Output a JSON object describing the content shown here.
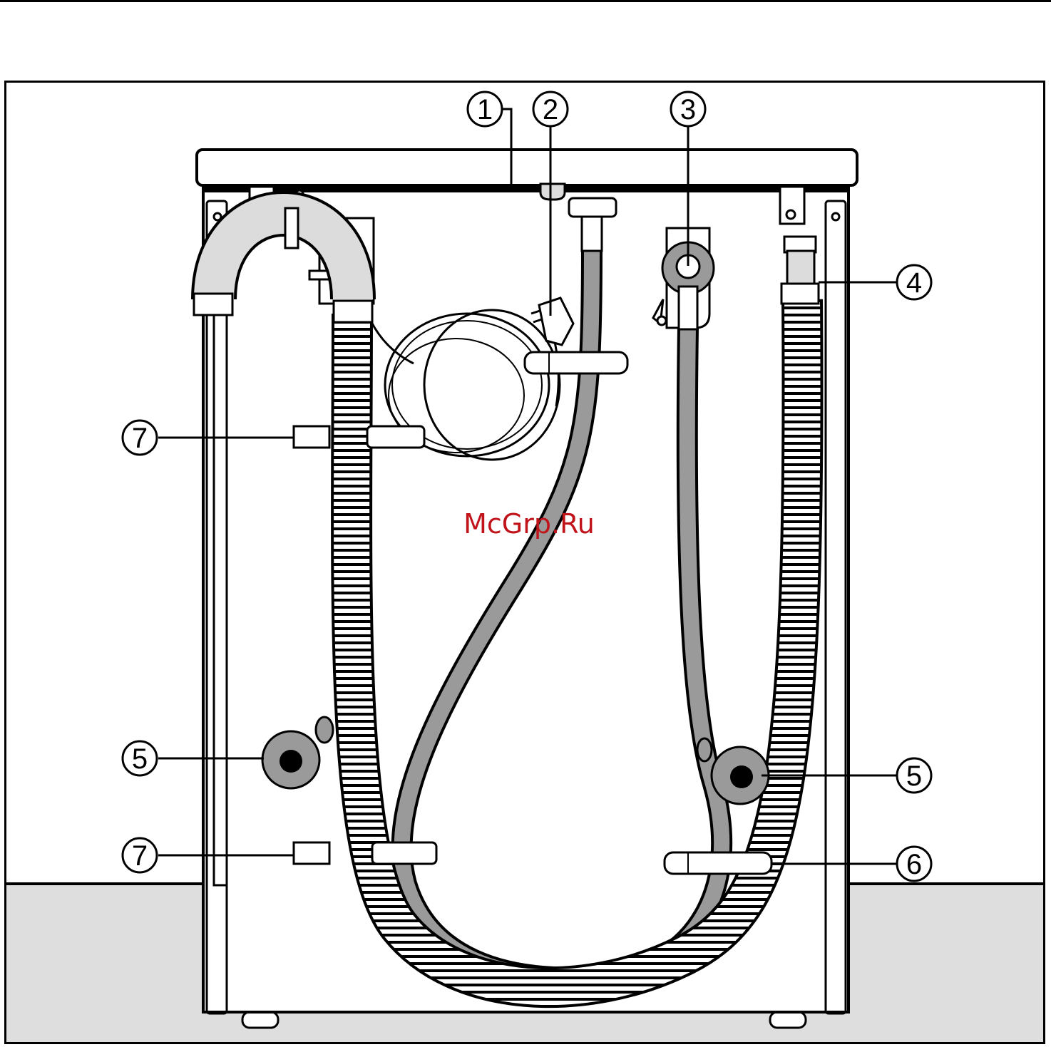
{
  "callouts": [
    {
      "label": "1"
    },
    {
      "label": "2"
    },
    {
      "label": "3"
    },
    {
      "label": "4"
    },
    {
      "label": "5"
    },
    {
      "label": "5"
    },
    {
      "label": "6"
    },
    {
      "label": "7"
    },
    {
      "label": "7"
    }
  ],
  "watermark": "McGrp.Ru",
  "colors": {
    "outline": "#000000",
    "hose_fill": "#9a9a9a",
    "light_grey": "#dcdcdc",
    "floor": "#dedede",
    "watermark": "#c0141a"
  }
}
